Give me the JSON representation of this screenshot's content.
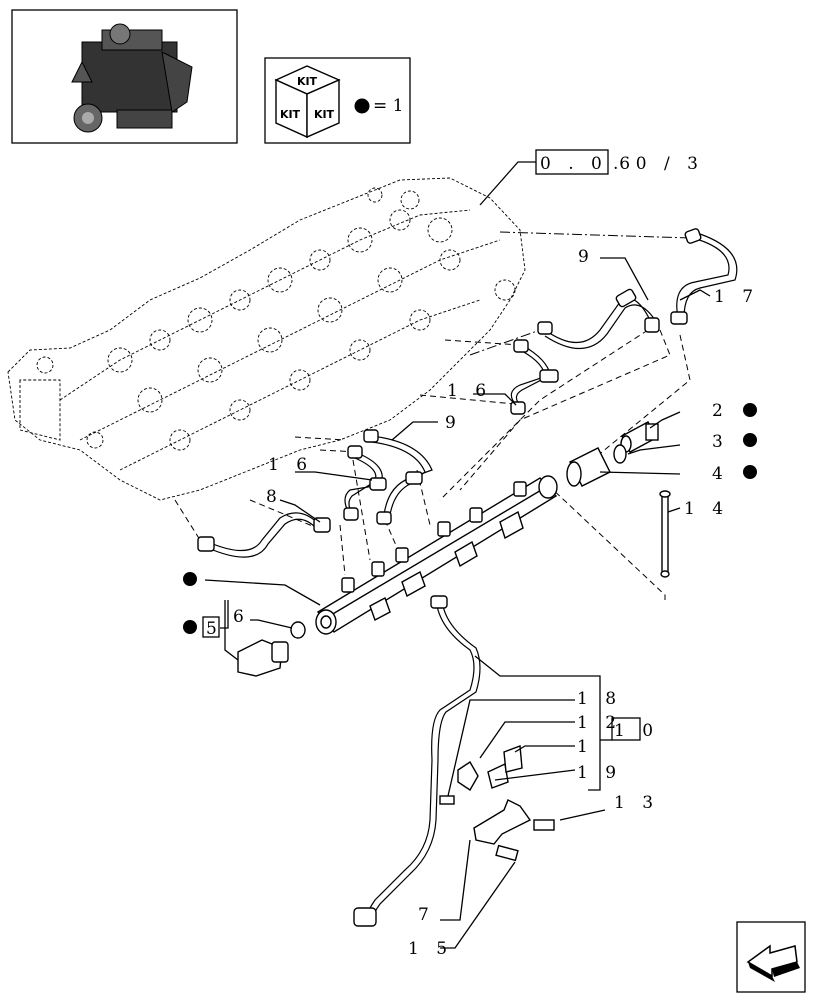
{
  "kit_legend": {
    "kit_label": "KIT",
    "equals_text": "= 1"
  },
  "reference": {
    "boxed": "0 . 0 6",
    "rest": ". 0 / 3"
  },
  "callouts": [
    {
      "id": "c2",
      "text": "2"
    },
    {
      "id": "c3",
      "text": "3"
    },
    {
      "id": "c4",
      "text": "4"
    },
    {
      "id": "c5",
      "text": "5"
    },
    {
      "id": "c6",
      "text": "6"
    },
    {
      "id": "c7",
      "text": "7"
    },
    {
      "id": "c8",
      "text": "8"
    },
    {
      "id": "c9a",
      "text": "9"
    },
    {
      "id": "c9b",
      "text": "9"
    },
    {
      "id": "c10",
      "text": "1 0"
    },
    {
      "id": "c11",
      "text": "1"
    },
    {
      "id": "c12",
      "text": "1 2"
    },
    {
      "id": "c13",
      "text": "1 3"
    },
    {
      "id": "c14",
      "text": "1 4"
    },
    {
      "id": "c15",
      "text": "1 5"
    },
    {
      "id": "c16a",
      "text": "1 6"
    },
    {
      "id": "c16b",
      "text": "1 6"
    },
    {
      "id": "c17",
      "text": "1 7"
    },
    {
      "id": "c18",
      "text": "1 8"
    },
    {
      "id": "c19",
      "text": "1 9"
    }
  ],
  "icons": {
    "engine": "engine-thumbnail-icon",
    "kit": "kit-boxes-icon",
    "nav": "navigation-arrow-icon"
  }
}
